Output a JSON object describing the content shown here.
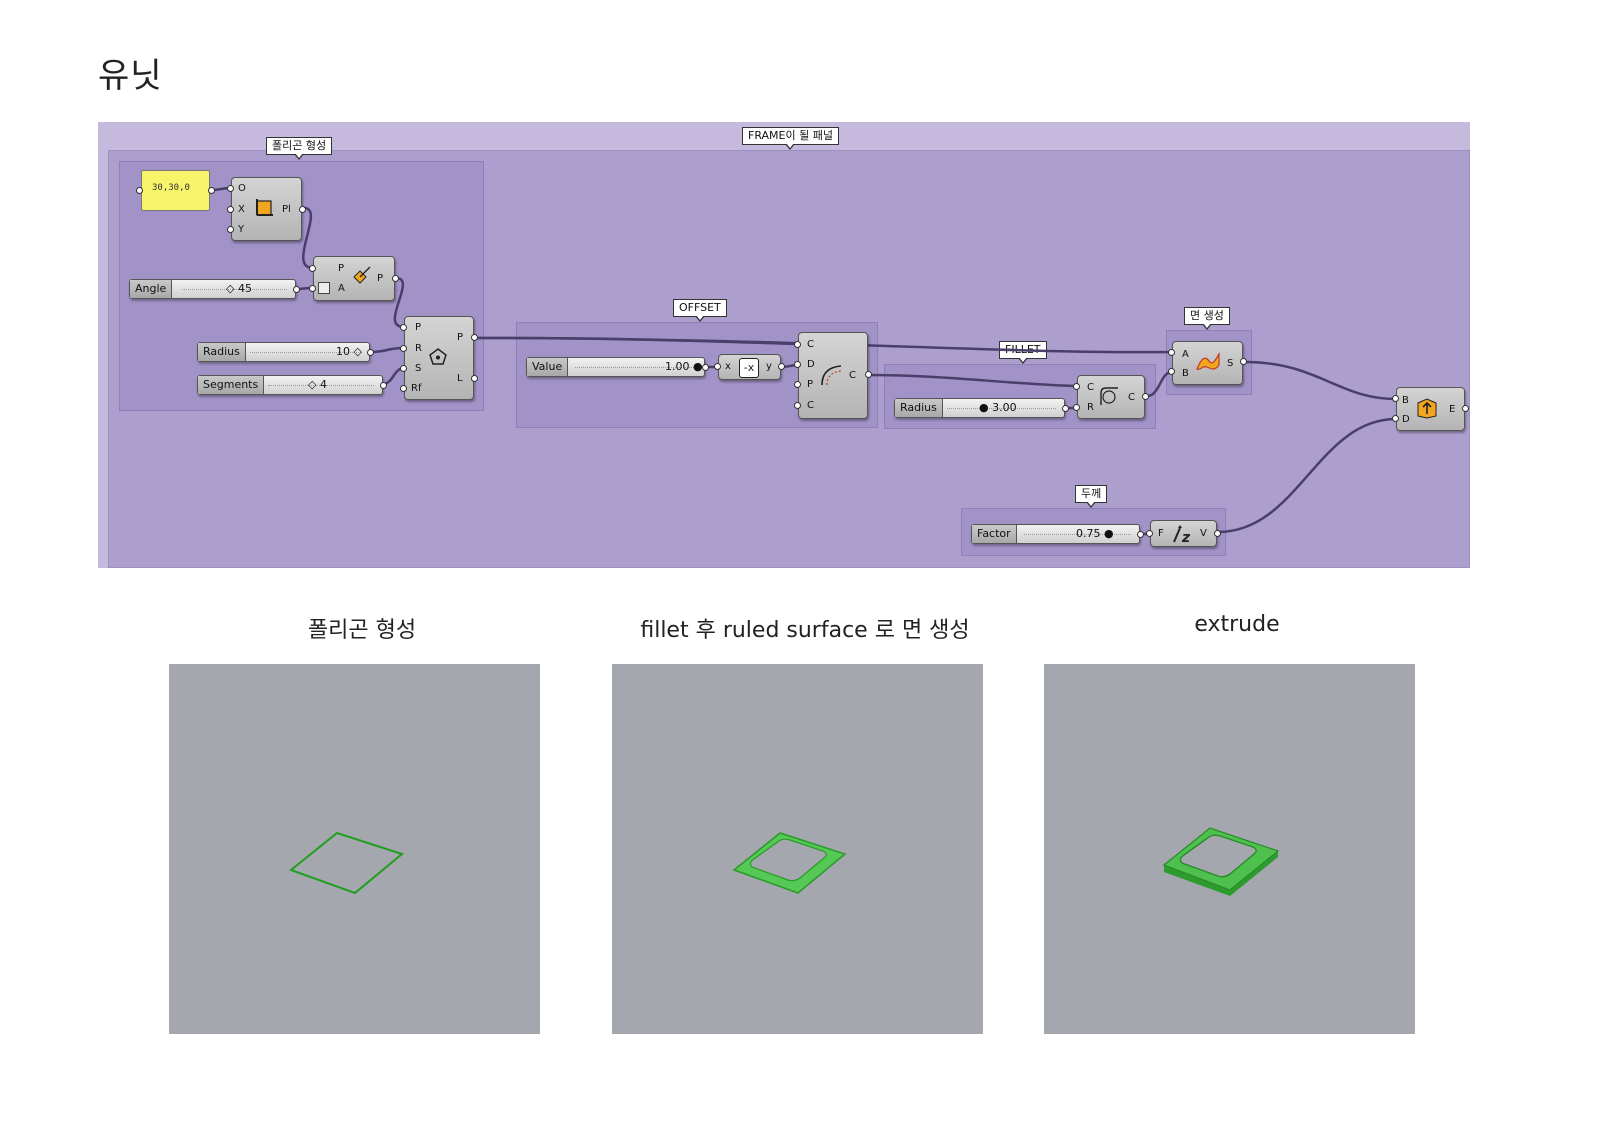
{
  "page": {
    "title": "유닛"
  },
  "canvas": {
    "frame_label": "FRAME이 될 패널",
    "groups": {
      "polygon": "폴리곤 형성",
      "offset": "OFFSET",
      "fillet": "FILLET",
      "surface": "면 생성",
      "thickness": "두께"
    },
    "panel_value": "30,30,0",
    "sliders": {
      "angle": {
        "label": "Angle",
        "value": "45"
      },
      "radius": {
        "label": "Radius",
        "value": "10"
      },
      "segments": {
        "label": "Segments",
        "value": "4"
      },
      "offset_value": {
        "label": "Value",
        "value": "1.00"
      },
      "fillet_radius": {
        "label": "Radius",
        "value": "3.00"
      },
      "factor": {
        "label": "Factor",
        "value": "0.75"
      }
    },
    "ports": {
      "plane_in": [
        "O",
        "X",
        "Y"
      ],
      "plane_out": "Pl",
      "rotate_in": [
        "P",
        "A"
      ],
      "rotate_out": "P",
      "polygon_in": [
        "P",
        "R",
        "S",
        "Rf"
      ],
      "polygon_out": [
        "P",
        "L"
      ],
      "negative_in": "x",
      "negative_out": "y",
      "offset_in": [
        "C",
        "D",
        "P",
        "C"
      ],
      "offset_out": "C",
      "fillet_in": [
        "C",
        "R"
      ],
      "fillet_out": "C",
      "ruled_in": [
        "A",
        "B"
      ],
      "ruled_out": "S",
      "unitz_in": "F",
      "unitz_out": "V",
      "extrude_in": [
        "B",
        "D"
      ],
      "extrude_out": "E"
    },
    "colors": {
      "frame": "#c5b9dd",
      "canvas": "#ad9fcd",
      "wire": "#4a3f6b",
      "panel": "#f7f46a"
    }
  },
  "steps": [
    {
      "caption": "폴리곤 형성"
    },
    {
      "caption": "fillet 후 ruled surface 로 면 생성"
    },
    {
      "caption": "extrude"
    }
  ]
}
